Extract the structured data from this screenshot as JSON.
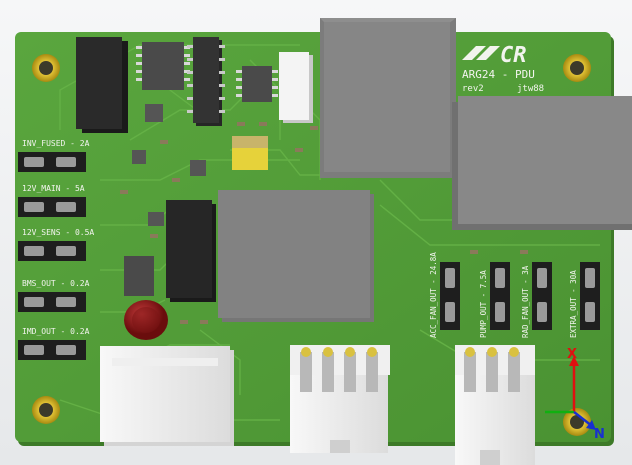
{
  "board": {
    "logo_text": "CR",
    "title": "ARG24 - PDU",
    "revision": "rev2",
    "author": "jtw88"
  },
  "left_outputs": [
    {
      "label": "INV_FUSED - 2A"
    },
    {
      "label": "12V_MAIN - 5A"
    },
    {
      "label": "12V_SENS - 0.5A"
    },
    {
      "label": "BMS_OUT - 0.2A"
    },
    {
      "label": "IMD_OUT - 0.2A"
    }
  ],
  "right_outputs": [
    {
      "label": "ACC_FAN_OUT - 24.8A"
    },
    {
      "label": "PUMP_OUT - 7.5A"
    },
    {
      "label": "RAD_FAN_OUT - 3A"
    },
    {
      "label": "EXTRA_OUT - 30A"
    }
  ],
  "axes": {
    "x_label": "X",
    "z_label": "N"
  },
  "colors": {
    "pcb": "#4f9a36",
    "pcb_light": "#5aa63e",
    "silkscreen": "#f2f4ee",
    "axis_x": "#e01010",
    "axis_y": "#10b010",
    "axis_z": "#1830d0"
  }
}
